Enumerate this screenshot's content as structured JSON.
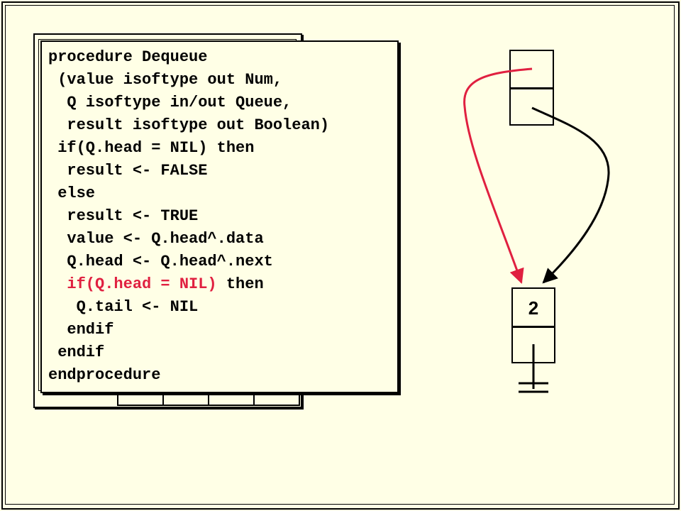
{
  "code": {
    "lines": [
      {
        "text": "procedure Dequeue",
        "indent": 0
      },
      {
        "text": " (value isoftype out Num,",
        "indent": 0
      },
      {
        "text": "  Q isoftype in/out Queue,",
        "indent": 0
      },
      {
        "text": "  result isoftype out Boolean)",
        "indent": 0
      },
      {
        "text": " if(Q.head = NIL) then",
        "indent": 0
      },
      {
        "text": "  result <- FALSE",
        "indent": 0
      },
      {
        "text": " else",
        "indent": 0
      },
      {
        "text": "  result <- TRUE",
        "indent": 0
      },
      {
        "text": "  value <- Q.head^.data",
        "indent": 0
      },
      {
        "text": "  Q.head <- Q.head^.next",
        "indent": 0
      },
      {
        "text": "  if(Q.head = NIL) then",
        "indent": 0,
        "highlight": "  if(Q.head = NIL)",
        "rest": " then"
      },
      {
        "text": "   Q.tail <- NIL",
        "indent": 0
      },
      {
        "text": "  endif",
        "indent": 0
      },
      {
        "text": " endif",
        "indent": 0
      },
      {
        "text": "endprocedure",
        "indent": 0
      }
    ],
    "highlight_color": "#e02040"
  },
  "diagram": {
    "node_value": "2",
    "head_pointer_color": "#e02040",
    "tail_pointer_color": "#000000"
  }
}
